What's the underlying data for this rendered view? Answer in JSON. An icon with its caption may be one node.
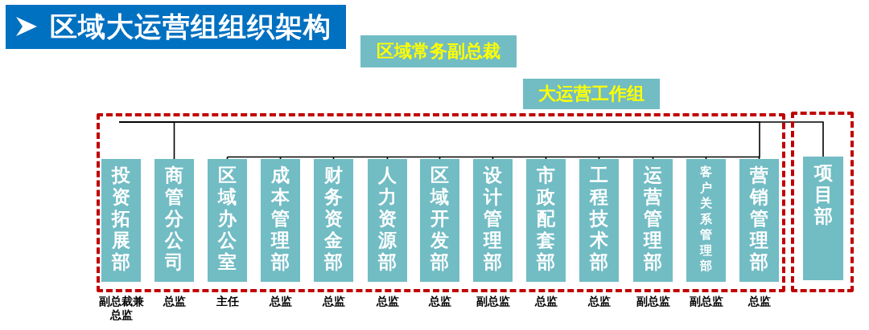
{
  "diagram": {
    "title": "区域大运营组组织架构",
    "nodes": [
      {
        "text": [
          "区域常务副总裁"
        ]
      },
      {
        "text": [
          "大运营工作组"
        ]
      },
      {
        "text": [],
        "shape": "box"
      },
      {
        "text": [
          "投资拓展部"
        ],
        "in": 2,
        "beside": [
          "副总裁兼总监"
        ]
      },
      {
        "text": [
          "商管分公司"
        ],
        "in": 2,
        "beside": [
          "总监"
        ]
      },
      {
        "text": [
          "区域办公室"
        ],
        "in": 2,
        "beside": [
          "主任"
        ]
      },
      {
        "text": [
          "成本管理部"
        ],
        "in": 2,
        "beside": [
          "总监"
        ]
      },
      {
        "text": [
          "财务资金部"
        ],
        "in": 2,
        "beside": [
          "总监"
        ]
      },
      {
        "text": [
          "人力资源部"
        ],
        "in": 2,
        "beside": [
          "总监"
        ]
      },
      {
        "text": [
          "区域开发部"
        ],
        "in": 2,
        "beside": [
          "总监"
        ]
      },
      {
        "text": [
          "设计管理部"
        ],
        "in": 2,
        "beside": [
          "副总监"
        ]
      },
      {
        "text": [
          "市政配套部"
        ],
        "in": 2,
        "beside": [
          "总监"
        ]
      },
      {
        "text": [
          "工程技术部"
        ],
        "in": 2,
        "beside": [
          "总监"
        ]
      },
      {
        "text": [
          "运营管理部"
        ],
        "in": 2,
        "beside": [
          "副总监"
        ]
      },
      {
        "text": [
          "客户关系管理部"
        ],
        "in": 2,
        "beside": [
          "副总监"
        ]
      },
      {
        "text": [
          "营销管理部"
        ],
        "in": 2,
        "beside": [
          "总监"
        ]
      },
      {
        "text": [],
        "shape": "box"
      },
      {
        "text": [
          "项目部"
        ],
        "in": 16
      }
    ],
    "edges": [
      {
        "from": null,
        "to": 4,
        "arrow": "none"
      },
      {
        "from": null,
        "to": 5,
        "arrow": "none"
      },
      {
        "from": null,
        "to": 6,
        "arrow": "none"
      },
      {
        "from": null,
        "to": 7,
        "arrow": "none"
      },
      {
        "from": null,
        "to": 8,
        "arrow": "none"
      },
      {
        "from": null,
        "to": 9,
        "arrow": "none"
      },
      {
        "from": null,
        "to": 10,
        "arrow": "none"
      },
      {
        "from": null,
        "to": 11,
        "arrow": "none"
      },
      {
        "from": null,
        "to": 12,
        "arrow": "none"
      },
      {
        "from": null,
        "to": 13,
        "arrow": "none"
      },
      {
        "from": null,
        "to": 14,
        "arrow": "none"
      },
      {
        "from": null,
        "to": 15,
        "arrow": "none"
      },
      {
        "from": 2,
        "to": 17,
        "arrow": "none"
      }
    ]
  }
}
